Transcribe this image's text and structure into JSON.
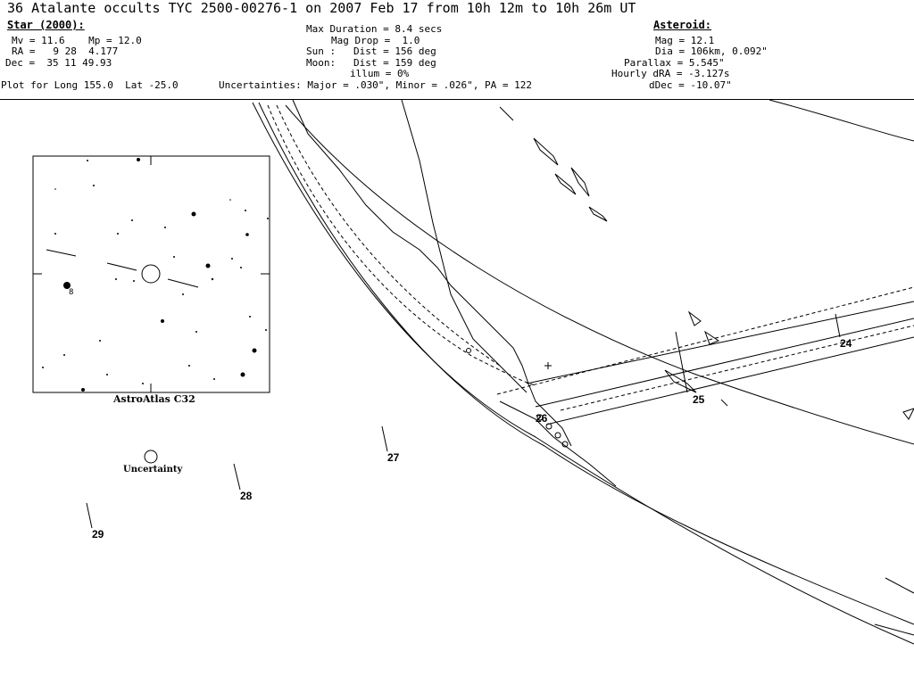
{
  "title": "36 Atalante occults TYC 2500-00276-1 on 2007 Feb 17 from 10h 12m to 10h 26m UT",
  "star": {
    "header": "Star (2000):",
    "mag_line": "Mv = 11.6    Mp = 12.0",
    "ra_line": "RA =   9 28  4.177",
    "dec_line": "Dec =  35 11 49.93"
  },
  "plot_for": "Plot for Long 155.0  Lat -25.0",
  "event": {
    "max_duration": "Max Duration = 8.4 secs",
    "mag_drop": "Mag Drop =  1.0",
    "sun": "Sun :   Dist = 156 deg",
    "moon": "Moon:   Dist = 159 deg",
    "illum": "illum = 0%"
  },
  "uncertainties": "Uncertainties: Major = .030\", Minor = .026\", PA = 122",
  "asteroid": {
    "header": "Asteroid:",
    "mag": "Mag = 12.1",
    "dia": "Dia = 106km, 0.092\"",
    "parallax": "Parallax = 5.545\"",
    "hourly_dra": "Hourly dRA = -3.127s",
    "ddec": "dDec = -10.07\""
  },
  "finder": {
    "caption": "AstroAtlas C32",
    "star_label": "8"
  },
  "uncertainty_label": "Uncertainty",
  "time_ticks": [
    "24",
    "25",
    "26",
    "27",
    "28",
    "29"
  ]
}
